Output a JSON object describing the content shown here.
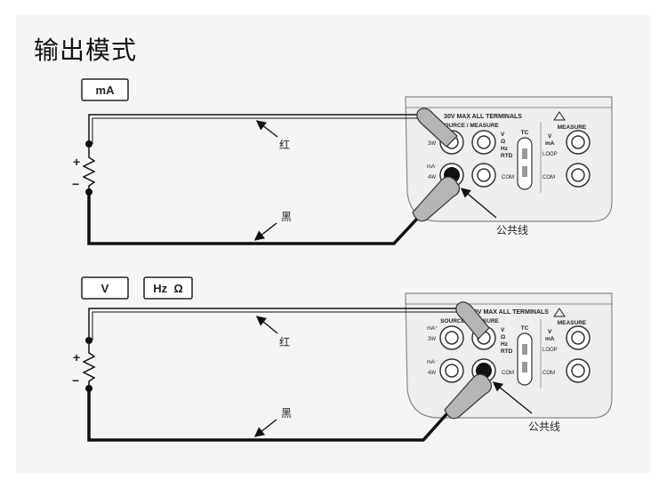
{
  "title": "输出模式",
  "colors": {
    "background": "#f5f5f5",
    "wire": "#111111",
    "panel": "#eeeeee",
    "probe": "#b5b5b5"
  },
  "panels": [
    {
      "buttons": [
        "mA"
      ],
      "wire_labels": {
        "red": "红",
        "black": "黑",
        "common": "公共线"
      },
      "meter": {
        "header": "30V MAX ALL TERMINALS",
        "source_measure": "SOURCE / MEASURE",
        "left_labels": [
          "3W",
          "mA⁻",
          "4W"
        ],
        "vohm": "V\nΩ\nHz\nRTD",
        "com": "COM",
        "tc": "TC",
        "measure": "MEASURE",
        "v_ma": "V\nmA",
        "loop": "LOOP",
        "com2": "COM"
      }
    },
    {
      "buttons": [
        "V",
        "Hz  Ω"
      ],
      "wire_labels": {
        "red": "红",
        "black": "黑",
        "common": "公共线"
      },
      "meter": {
        "header": "30V MAX ALL TERMINALS",
        "source_measure": "SOURCE / MEASURE",
        "left_labels": [
          "mA⁺",
          "3W",
          "mA⁻",
          "4W"
        ],
        "vohm": "V\nΩ\nHz\nRTD",
        "com": "COM",
        "tc": "TC",
        "measure": "MEASURE",
        "v_ma": "V\nmA",
        "loop": "LOOP",
        "com2": "COM"
      }
    }
  ],
  "polarity": [
    "+",
    "−"
  ]
}
